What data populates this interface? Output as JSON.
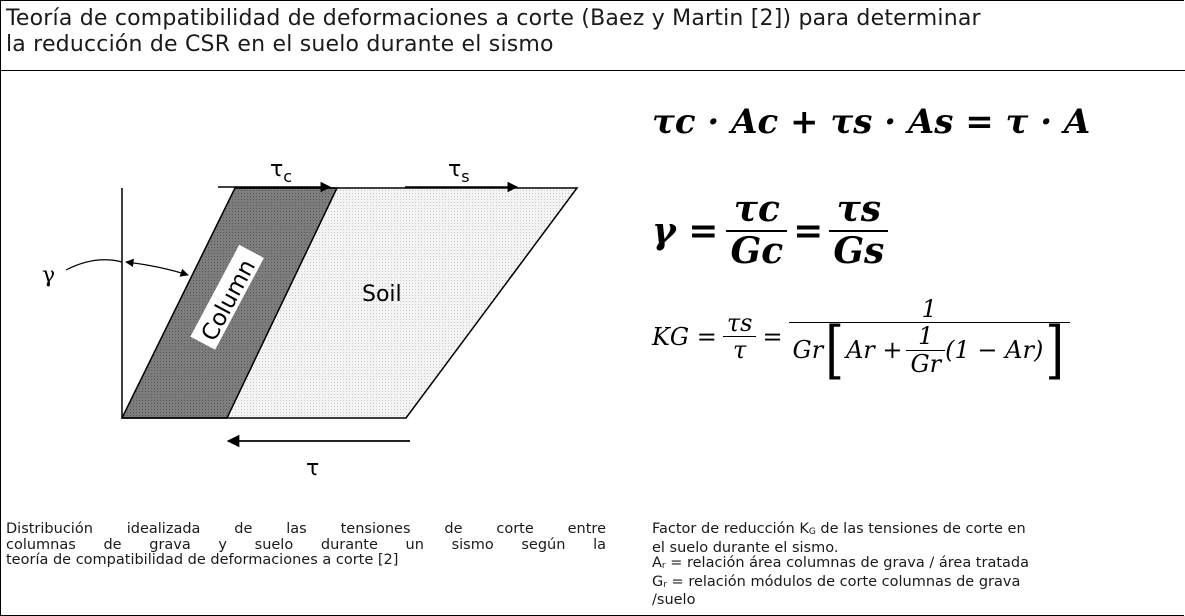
{
  "title": {
    "line1": "Teoría de compatibilidad de deformaciones a corte (Baez y Martin [2]) para determinar",
    "line2": "la reducción de CSR en el suelo durante el sismo"
  },
  "diagram": {
    "tau_c": "τ",
    "tau_c_sub": "c",
    "tau_s": "τ",
    "tau_s_sub": "s",
    "gamma": "γ",
    "column_label": "Column",
    "soil_label": "Soil",
    "tau_bottom": "τ"
  },
  "equations": {
    "eq1_text": "τc · Ac + τs · As = τ · A",
    "eq2_lhs": "γ =",
    "eq2_num1": "τc",
    "eq2_den1": "Gc",
    "eq2_num2": "τs",
    "eq2_den2": "Gs",
    "eq3_lhs": "KG =",
    "eq3_num1": "τs",
    "eq3_den1": "τ",
    "eq3_num2": "1",
    "eq3_den_pre": "Gr",
    "eq3_den_inner": "Ar +",
    "eq3_den_frac_num": "1",
    "eq3_den_frac_den": "Gr",
    "eq3_den_post": "(1 − Ar)"
  },
  "captions": {
    "left_line1": "Distribución idealizada de las tensiones de corte entre",
    "left_line2": "columnas de grava y suelo durante un sismo según la",
    "left_line3": "teoría de compatibilidad de deformaciones a corte [2]",
    "right_line1_pre": "Factor de reducción K",
    "right_line1_sub": "G",
    "right_line1_post": " de las tensiones de corte en",
    "right_line2": "el suelo durante el  sismo.",
    "right_line3_pre": "A",
    "right_line3_sub": "r",
    "right_line3_post": " = relación área columnas de grava / área tratada",
    "right_line4_pre": "G",
    "right_line4_sub": "r",
    "right_line4_post": " = relación módulos de corte columnas de grava",
    "right_line5": "/suelo"
  },
  "colors": {
    "column_fill": "#8c8c8c",
    "soil_fill": "#f1f1f1",
    "ink": "#000000"
  }
}
